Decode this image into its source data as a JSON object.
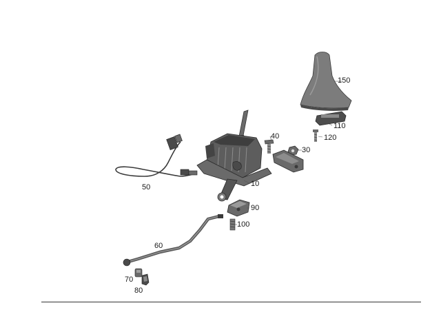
{
  "colors": {
    "part_fill": "#5d5d5d",
    "part_dark": "#2f2f2f",
    "part_light": "#9a9a9a",
    "boot_fill": "#7c7c7c",
    "line": "#333333",
    "text": "#1a1a1a"
  },
  "callouts": {
    "c10": "10",
    "c30": "30",
    "c40": "40",
    "c50": "50",
    "c60": "60",
    "c70": "70",
    "c80": "80",
    "c90": "90",
    "c100": "100",
    "c110": "110",
    "c120": "120",
    "c150": "150"
  }
}
